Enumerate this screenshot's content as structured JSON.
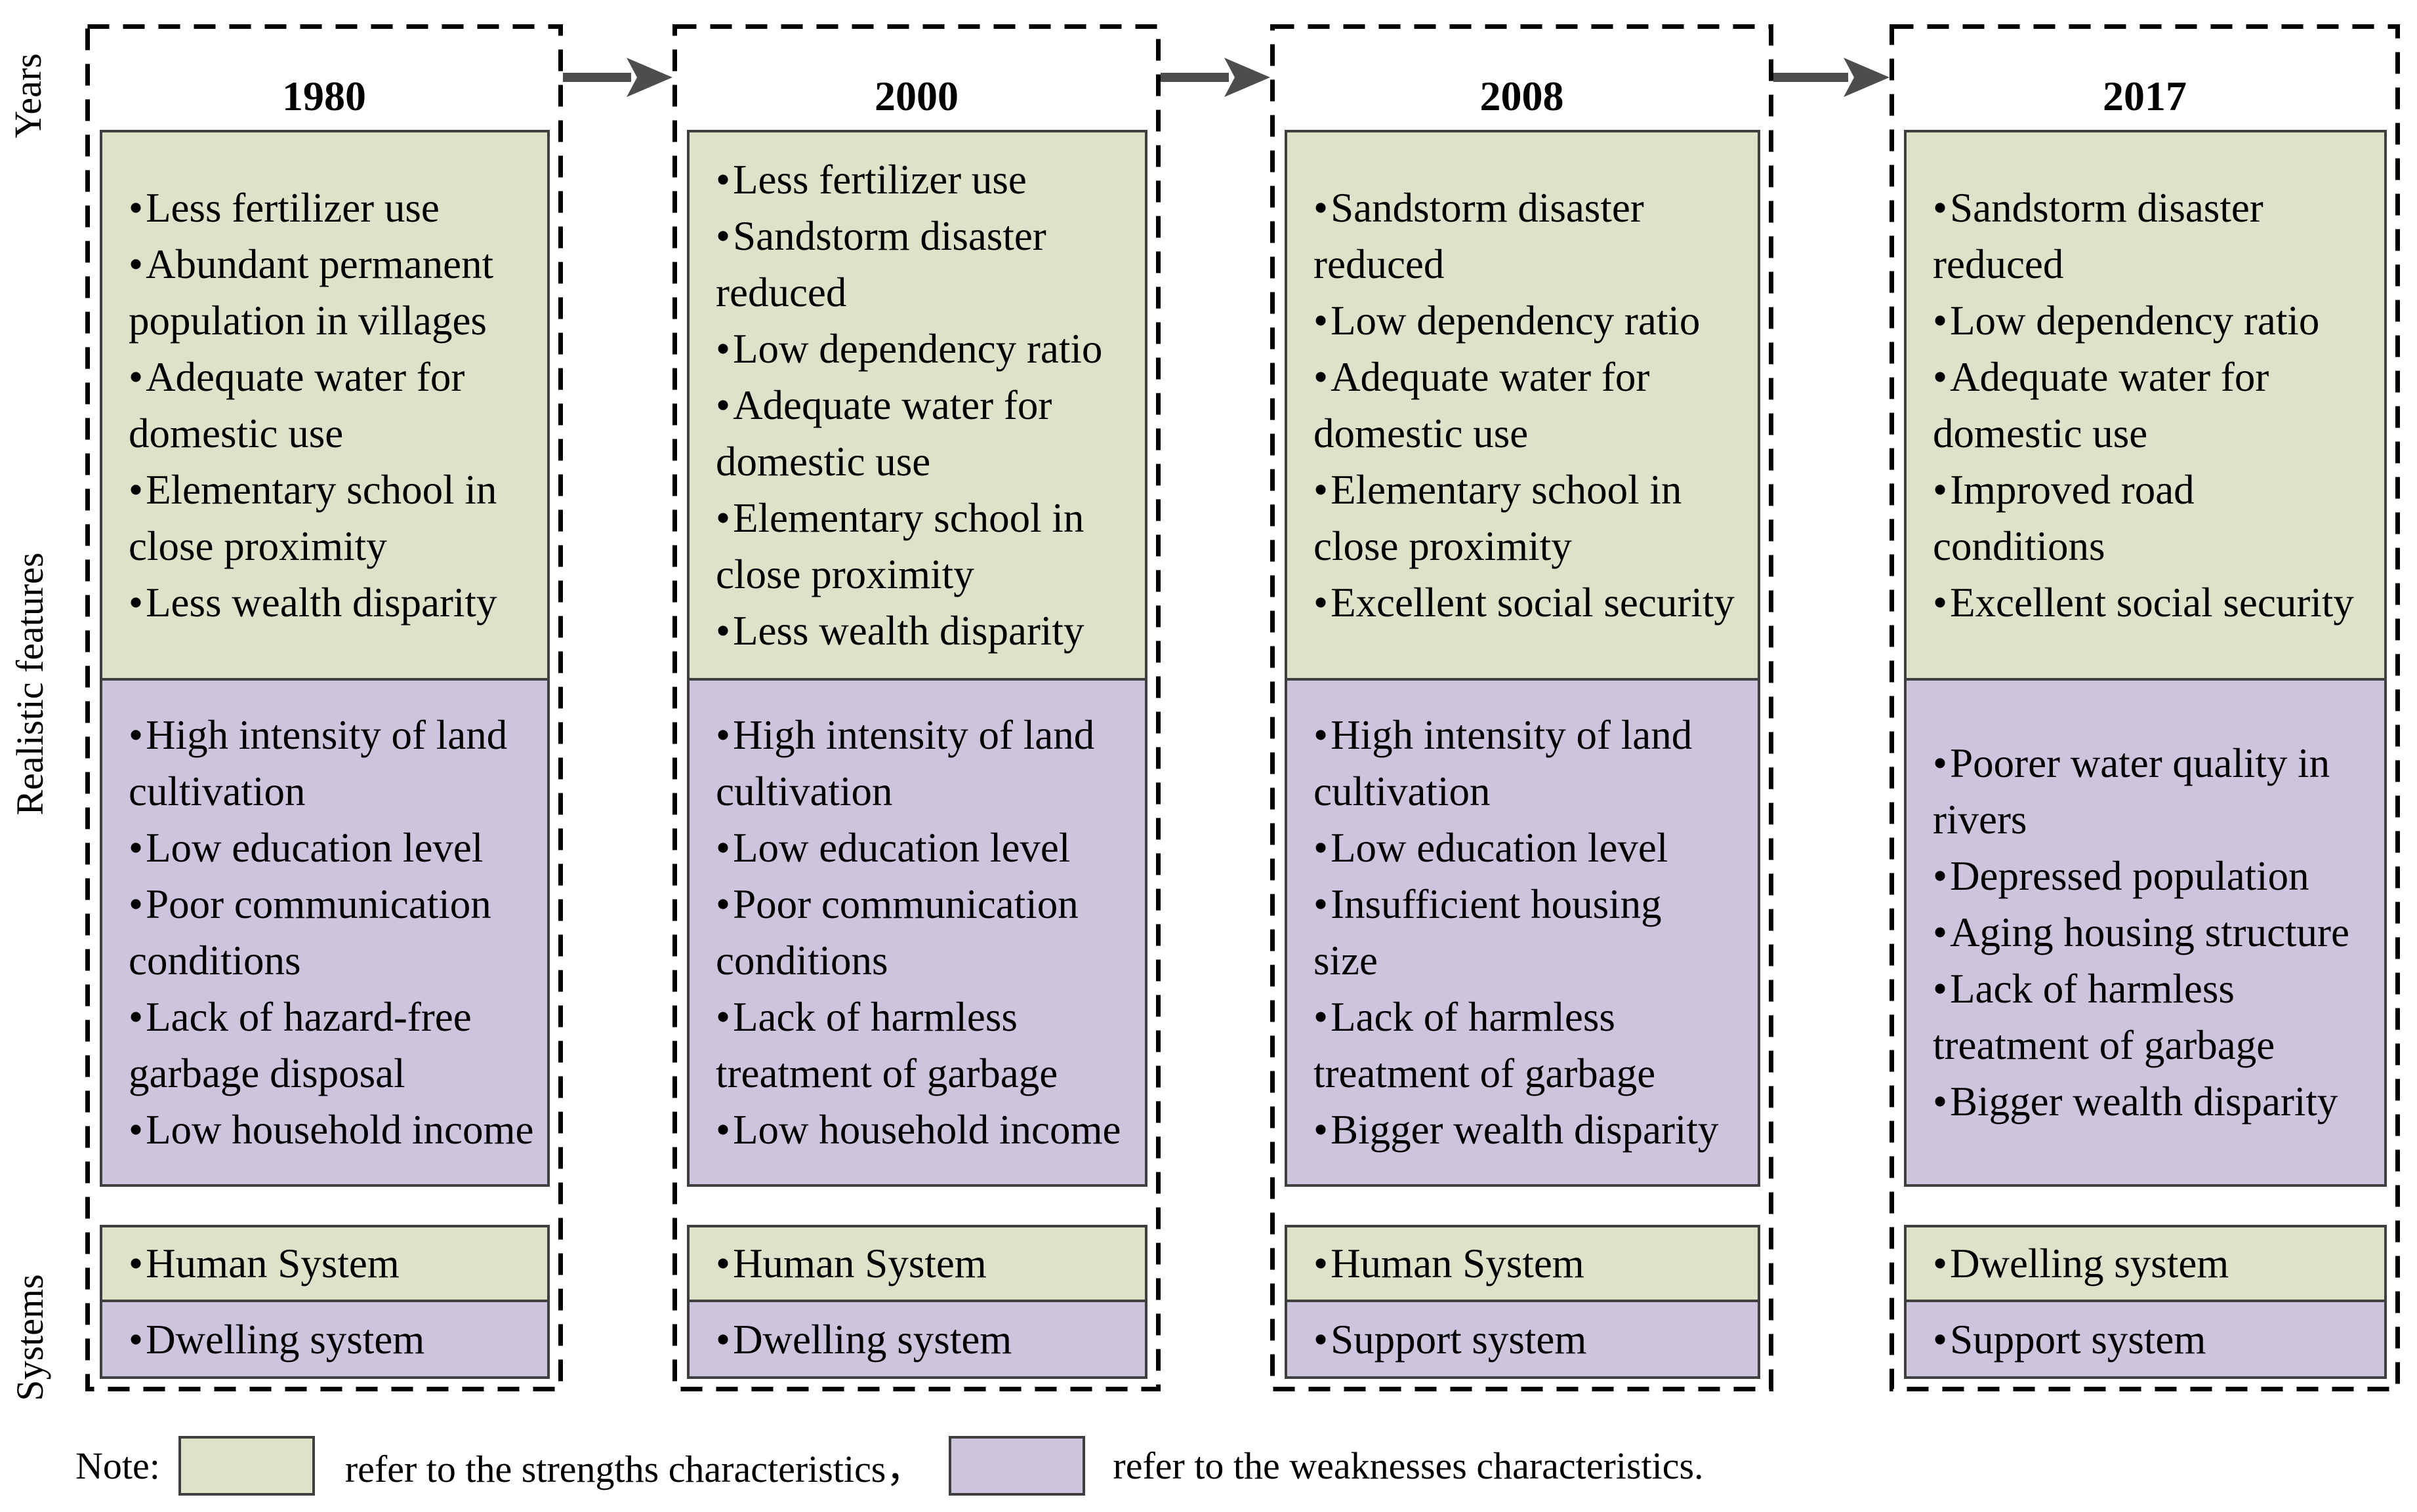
{
  "bullet": "•",
  "colors": {
    "strength_fill": "#dde2c8",
    "weakness_fill": "#cdc5dd",
    "box_border": "#3f3f3f",
    "dashed_border": "#000000",
    "arrow": "#4d4d4d"
  },
  "left_labels": {
    "years": "Years",
    "realistic_features": "Realistic features",
    "systems": "Systems"
  },
  "columns": [
    {
      "year": "1980",
      "strengths": [
        "Less fertilizer use",
        "Abundant permanent\npopulation in villages",
        "Adequate water for\ndomestic use",
        "Elementary school in\nclose proximity",
        "Less wealth disparity"
      ],
      "weaknesses": [
        "High intensity of land\ncultivation",
        "Low education level",
        "Poor communication\nconditions",
        "Lack of hazard-free\ngarbage disposal",
        "Low household income"
      ],
      "systems": [
        "Human System",
        "Dwelling system"
      ]
    },
    {
      "year": "2000",
      "strengths": [
        "Less fertilizer use",
        "Sandstorm disaster\nreduced",
        "Low dependency ratio",
        "Adequate water for\ndomestic use",
        "Elementary school in\nclose proximity",
        "Less wealth disparity"
      ],
      "weaknesses": [
        "High intensity of land\ncultivation",
        "Low education level",
        "Poor communication\nconditions",
        "Lack of harmless\ntreatment of garbage",
        "Low household income"
      ],
      "systems": [
        "Human System",
        "Dwelling system"
      ]
    },
    {
      "year": "2008",
      "strengths": [
        "Sandstorm disaster\nreduced",
        "Low dependency ratio",
        "Adequate water for\ndomestic use",
        "Elementary school in\nclose proximity",
        "Excellent social security"
      ],
      "weaknesses": [
        "High intensity of land\ncultivation",
        "Low education level",
        "Insufficient housing\nsize",
        "Lack of harmless\ntreatment of garbage",
        "Bigger wealth disparity"
      ],
      "systems": [
        "Human System",
        "Support system"
      ]
    },
    {
      "year": "2017",
      "strengths": [
        "Sandstorm disaster\nreduced",
        "Low dependency ratio",
        "Adequate water for\ndomestic use",
        "Improved road\nconditions",
        "Excellent social security"
      ],
      "weaknesses": [
        "Poorer water quality in\nrivers",
        "Depressed population",
        "Aging housing structure",
        "Lack of harmless\ntreatment of garbage",
        "Bigger wealth disparity"
      ],
      "systems": [
        "Dwelling system",
        "Support system"
      ]
    }
  ],
  "note": {
    "label": "Note:",
    "strengths_text": "refer to the strengths characteristics，",
    "weaknesses_text": "refer to the weaknesses characteristics."
  }
}
